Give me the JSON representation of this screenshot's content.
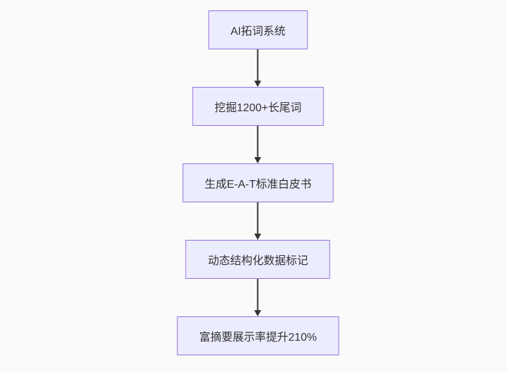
{
  "diagram": {
    "type": "flowchart-vertical",
    "direction": "top-down",
    "background_color": "#fafafa",
    "node_fill_color": "#ECECFF",
    "node_border_color": "#9370DB",
    "arrow_color": "#333333",
    "text_color": "#333333",
    "nodes": [
      {
        "label": "AI拓词系统"
      },
      {
        "label": "挖掘1200+长尾词"
      },
      {
        "label": "生成E-A-T标准白皮书"
      },
      {
        "label": "动态结构化数据标记"
      },
      {
        "label": "富摘要展示率提升210%"
      }
    ],
    "edges": [
      {
        "from": 0,
        "to": 1
      },
      {
        "from": 1,
        "to": 2
      },
      {
        "from": 2,
        "to": 3
      },
      {
        "from": 3,
        "to": 4
      }
    ]
  }
}
